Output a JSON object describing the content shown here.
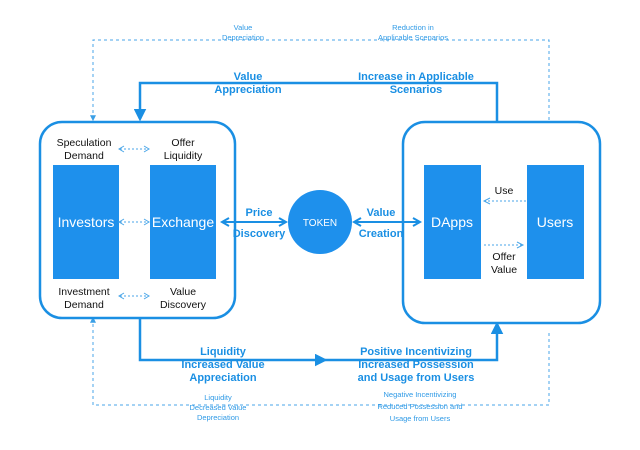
{
  "colors": {
    "accent": "#1a8fe3",
    "block": "#1e90ec",
    "text": "#111111"
  },
  "top": {
    "dashed_left": [
      "Value",
      "Depreciation"
    ],
    "dashed_right": [
      "Reduction in",
      "Applicable Scenarios"
    ],
    "value_appreciation": [
      "Value",
      "Appreciation"
    ],
    "increase_scenarios": [
      "Increase in Applicable",
      "Scenarios"
    ]
  },
  "left_box": {
    "speculation": [
      "Speculation",
      "Demand"
    ],
    "offer_liquidity": [
      "Offer",
      "Liquidity"
    ],
    "investors": "Investors",
    "exchange": "Exchange",
    "investment": [
      "Investment",
      "Demand"
    ],
    "value_discovery": [
      "Value",
      "Discovery"
    ]
  },
  "middle": {
    "price": "Price",
    "discovery": "Discovery",
    "token": "TOKEN",
    "value": "Value",
    "creation": "Creation"
  },
  "right_box": {
    "dapps": "DApps",
    "users": "Users",
    "use": "Use",
    "offer_value": [
      "Offer",
      "Value"
    ]
  },
  "bottom": {
    "liquidity_increased": [
      "Liquidity",
      "Increased Value",
      "Appreciation"
    ],
    "positive": [
      "Positive Incentivizing",
      "Increased Possession",
      "and Usage from Users"
    ],
    "liquidity_decreased": [
      "Liquidity",
      "Decreased Value",
      "Depreciation"
    ],
    "negative": [
      "Negative Incentivizing",
      "Reduced Possession and",
      "Usage from Users"
    ]
  }
}
